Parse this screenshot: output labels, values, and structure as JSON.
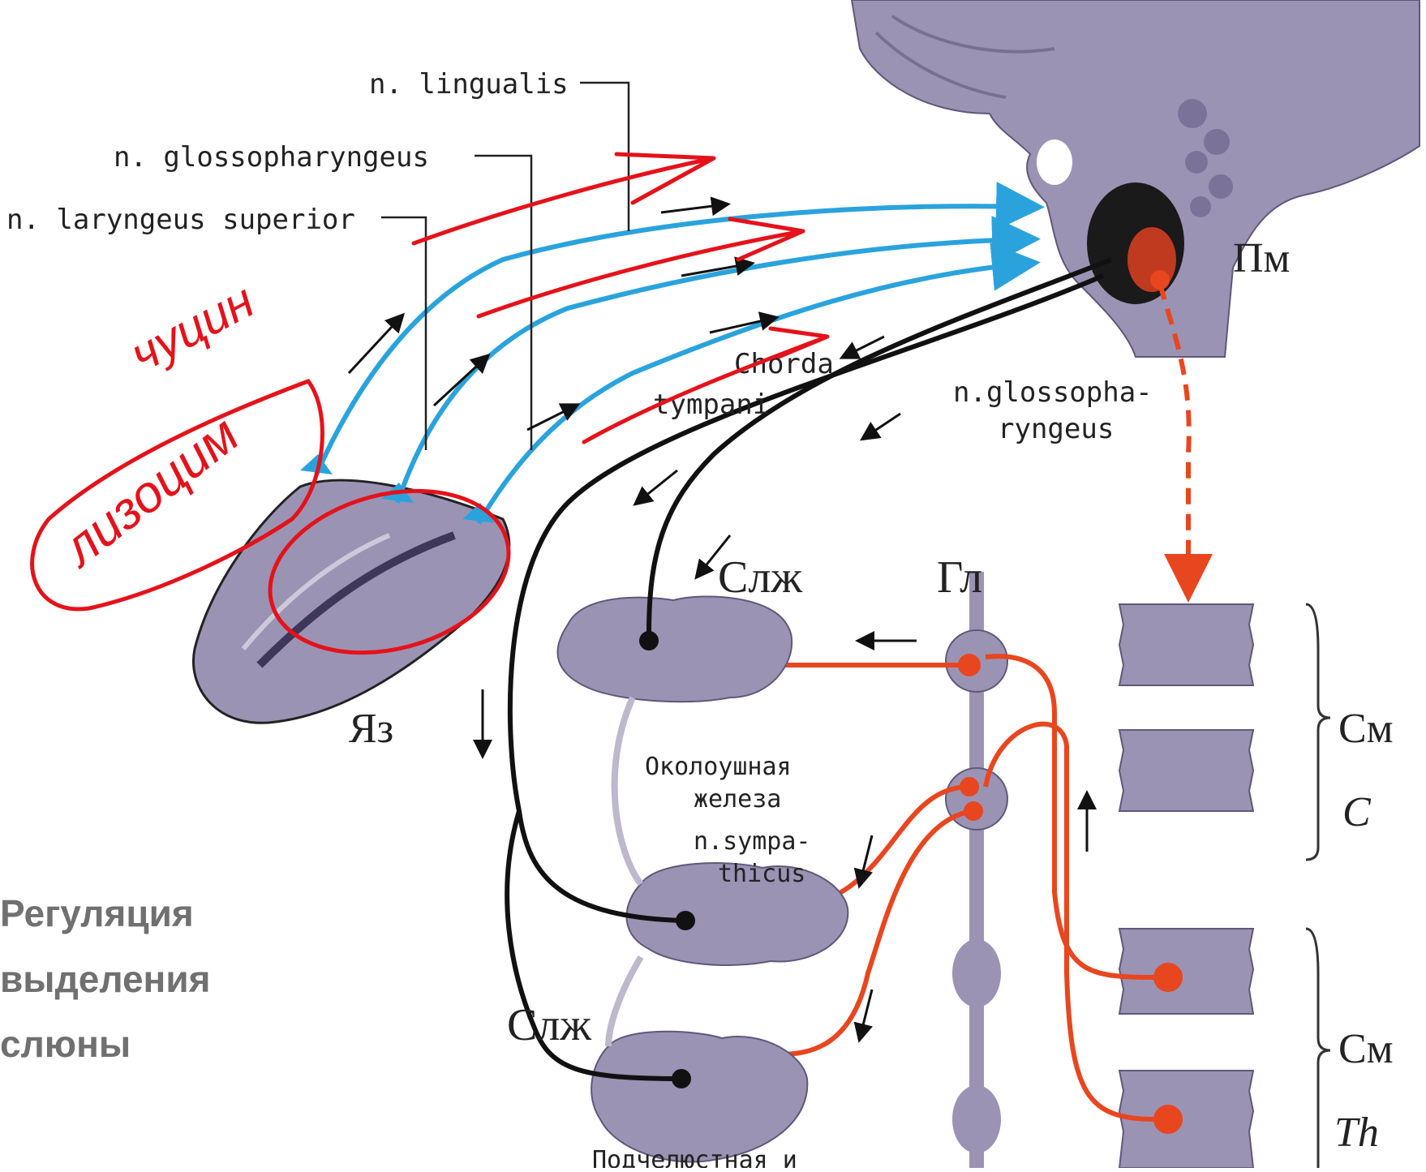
{
  "colors": {
    "background": "#ffffff",
    "nerve_blue": "#2aa3dc",
    "nerve_black": "#111111",
    "sympathetic_red": "#e8461f",
    "tissue": "#9b93b4",
    "tissue_dark": "#5f5878",
    "handwriting": "#e4121a",
    "title_gray": "#707070"
  },
  "labels": {
    "n_lingualis": "n. lingualis",
    "n_glossopharyngeus": "n. glossopharyngeus",
    "n_laryngeus_superior": "n. laryngeus superior",
    "pm": "Пм",
    "chorda_line1": "Chorda",
    "chorda_line2": "tympani",
    "n_glossopha_line1": "n.glossopha-",
    "n_glossopha_line2": "ryngeus",
    "slzh_top": "Слж",
    "gl": "Гл",
    "yaz": "Яз",
    "parotid_line1": "Околоушная",
    "parotid_line2": "железа",
    "sympathicus_line1": "n.sympa-",
    "sympathicus_line2": "thicus",
    "sm_top": "См",
    "c_letter": "C",
    "sm_bottom": "См",
    "th_letter": "Th",
    "slzh_bottom": "Слж",
    "submandibular": "Подчелюстная и"
  },
  "handwriting": {
    "word1": "чуцин",
    "word2": "лизоцим"
  },
  "title": {
    "line1": "Регуляция",
    "line2": "выделения",
    "line3": "слюны"
  }
}
